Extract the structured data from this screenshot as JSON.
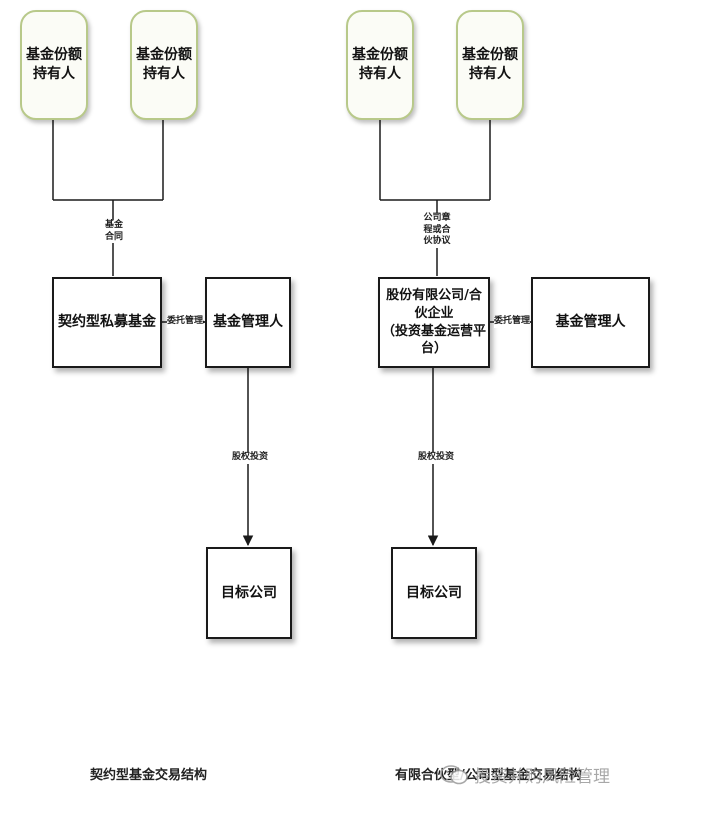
{
  "left": {
    "holder1": "基金份额\n持有人",
    "holder2": "基金份额\n持有人",
    "contract_label": "基金\n合同",
    "fund": "契约型私募基金",
    "entrust_label": "委托管理",
    "manager": "基金管理人",
    "invest_label": "股权投资",
    "target": "目标公司",
    "caption": "契约型基金交易结构"
  },
  "right": {
    "holder1": "基金份额\n持有人",
    "holder2": "基金份额\n持有人",
    "agreement_label": "公司章\n程或合\n伙协议",
    "fund": "股份有限公司/合伙企业\n（投资基金运营平台）",
    "entrust_label": "委托管理",
    "manager": "基金管理人",
    "invest_label": "股权投资",
    "target": "目标公司",
    "caption": "有限合伙型/公司型基金交易结构"
  },
  "watermark": "投资并购风险管理",
  "colors": {
    "holder_border": "#b8c98a",
    "line": "#1a1a1a"
  }
}
